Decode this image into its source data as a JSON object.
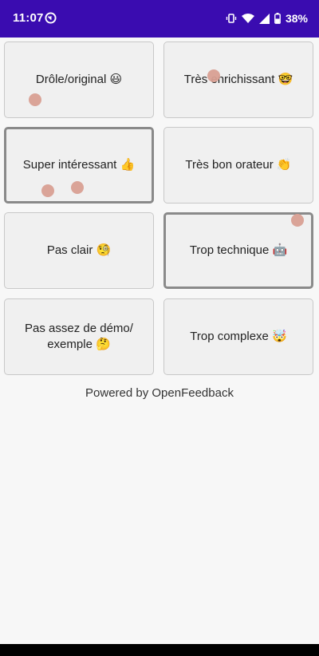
{
  "status_bar": {
    "time": "11:07",
    "battery": "38%",
    "background_color": "#3a0cb0"
  },
  "feedback_options": [
    {
      "label": "Drôle/original 😃",
      "selected": false
    },
    {
      "label": "Très enrichissant 🤓",
      "selected": false
    },
    {
      "label": "Super intéressant 👍",
      "selected": true
    },
    {
      "label": "Très bon orateur 👏",
      "selected": false
    },
    {
      "label": "Pas clair 🧐",
      "selected": false
    },
    {
      "label": "Trop technique 🤖",
      "selected": true
    },
    {
      "label": "Pas assez de démo/ exemple 🤔",
      "selected": false
    },
    {
      "label": "Trop complexe 🤯",
      "selected": false
    }
  ],
  "footer": {
    "text": "Powered by OpenFeedback"
  },
  "colors": {
    "dot": "#d89f92",
    "selected_border": "#8a8a8a"
  }
}
